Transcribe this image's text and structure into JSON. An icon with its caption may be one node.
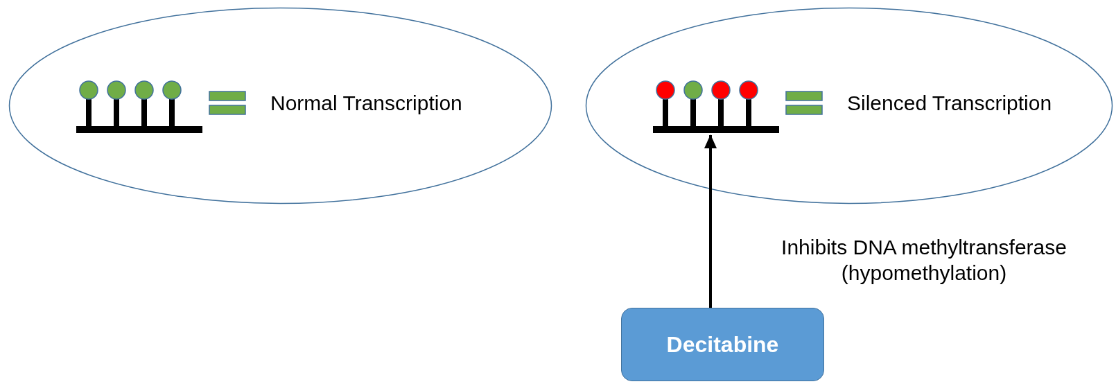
{
  "diagram": {
    "nodes": [
      {
        "text": [
          "Normal Transcription"
        ]
      },
      {
        "text": [
          "Silenced Transcription"
        ]
      },
      {
        "text": [],
        "shape": "picture",
        "in": 1
      },
      {
        "text": [
          "Decitabine"
        ]
      }
    ],
    "edges": [
      {
        "from": 3,
        "to": 2,
        "arrow": "to",
        "label": "Inhibits DNA methyltransferase (hypomethylation)"
      }
    ]
  }
}
